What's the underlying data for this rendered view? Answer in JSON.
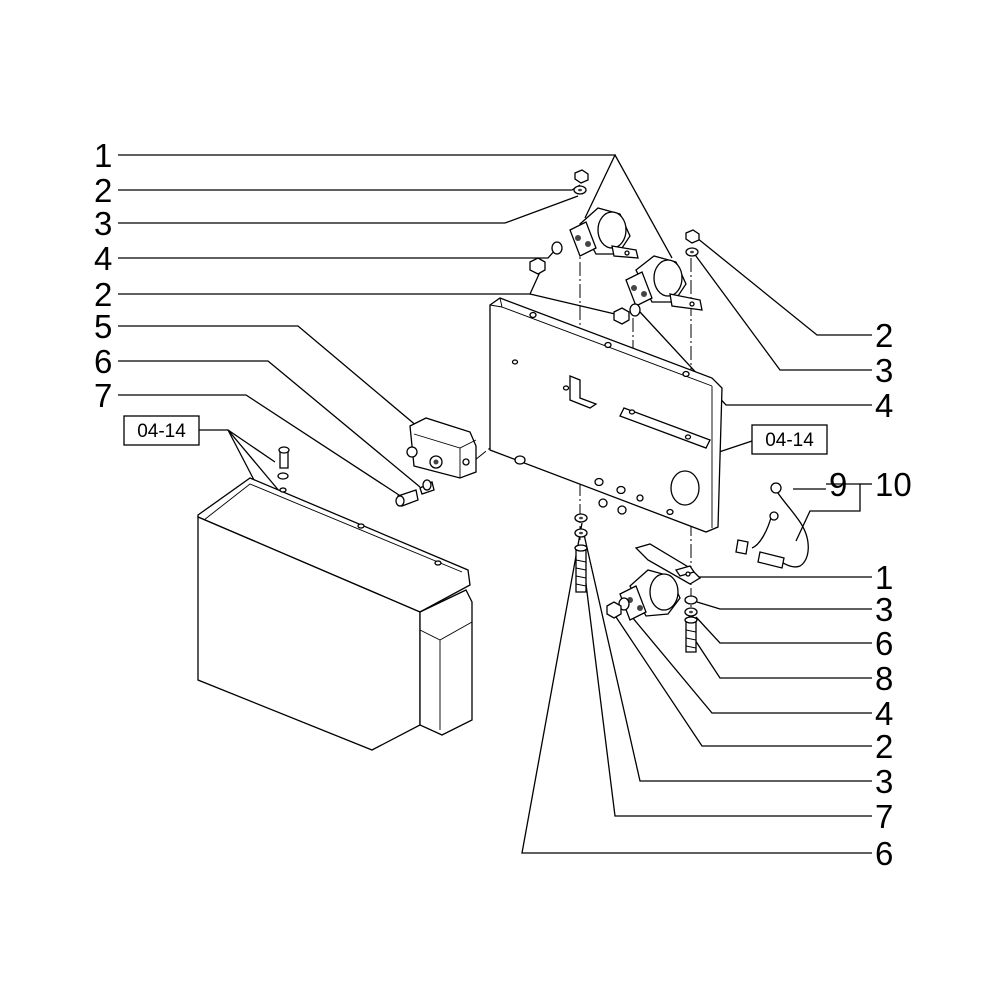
{
  "callouts_left": [
    "1",
    "2",
    "3",
    "4",
    "2",
    "5",
    "6",
    "7"
  ],
  "callouts_right": [
    "2",
    "3",
    "4",
    "9",
    "10",
    "1",
    "3",
    "6",
    "8",
    "4",
    "2",
    "3",
    "7",
    "6"
  ],
  "ref_boxes": [
    "04-14",
    "04-14"
  ]
}
